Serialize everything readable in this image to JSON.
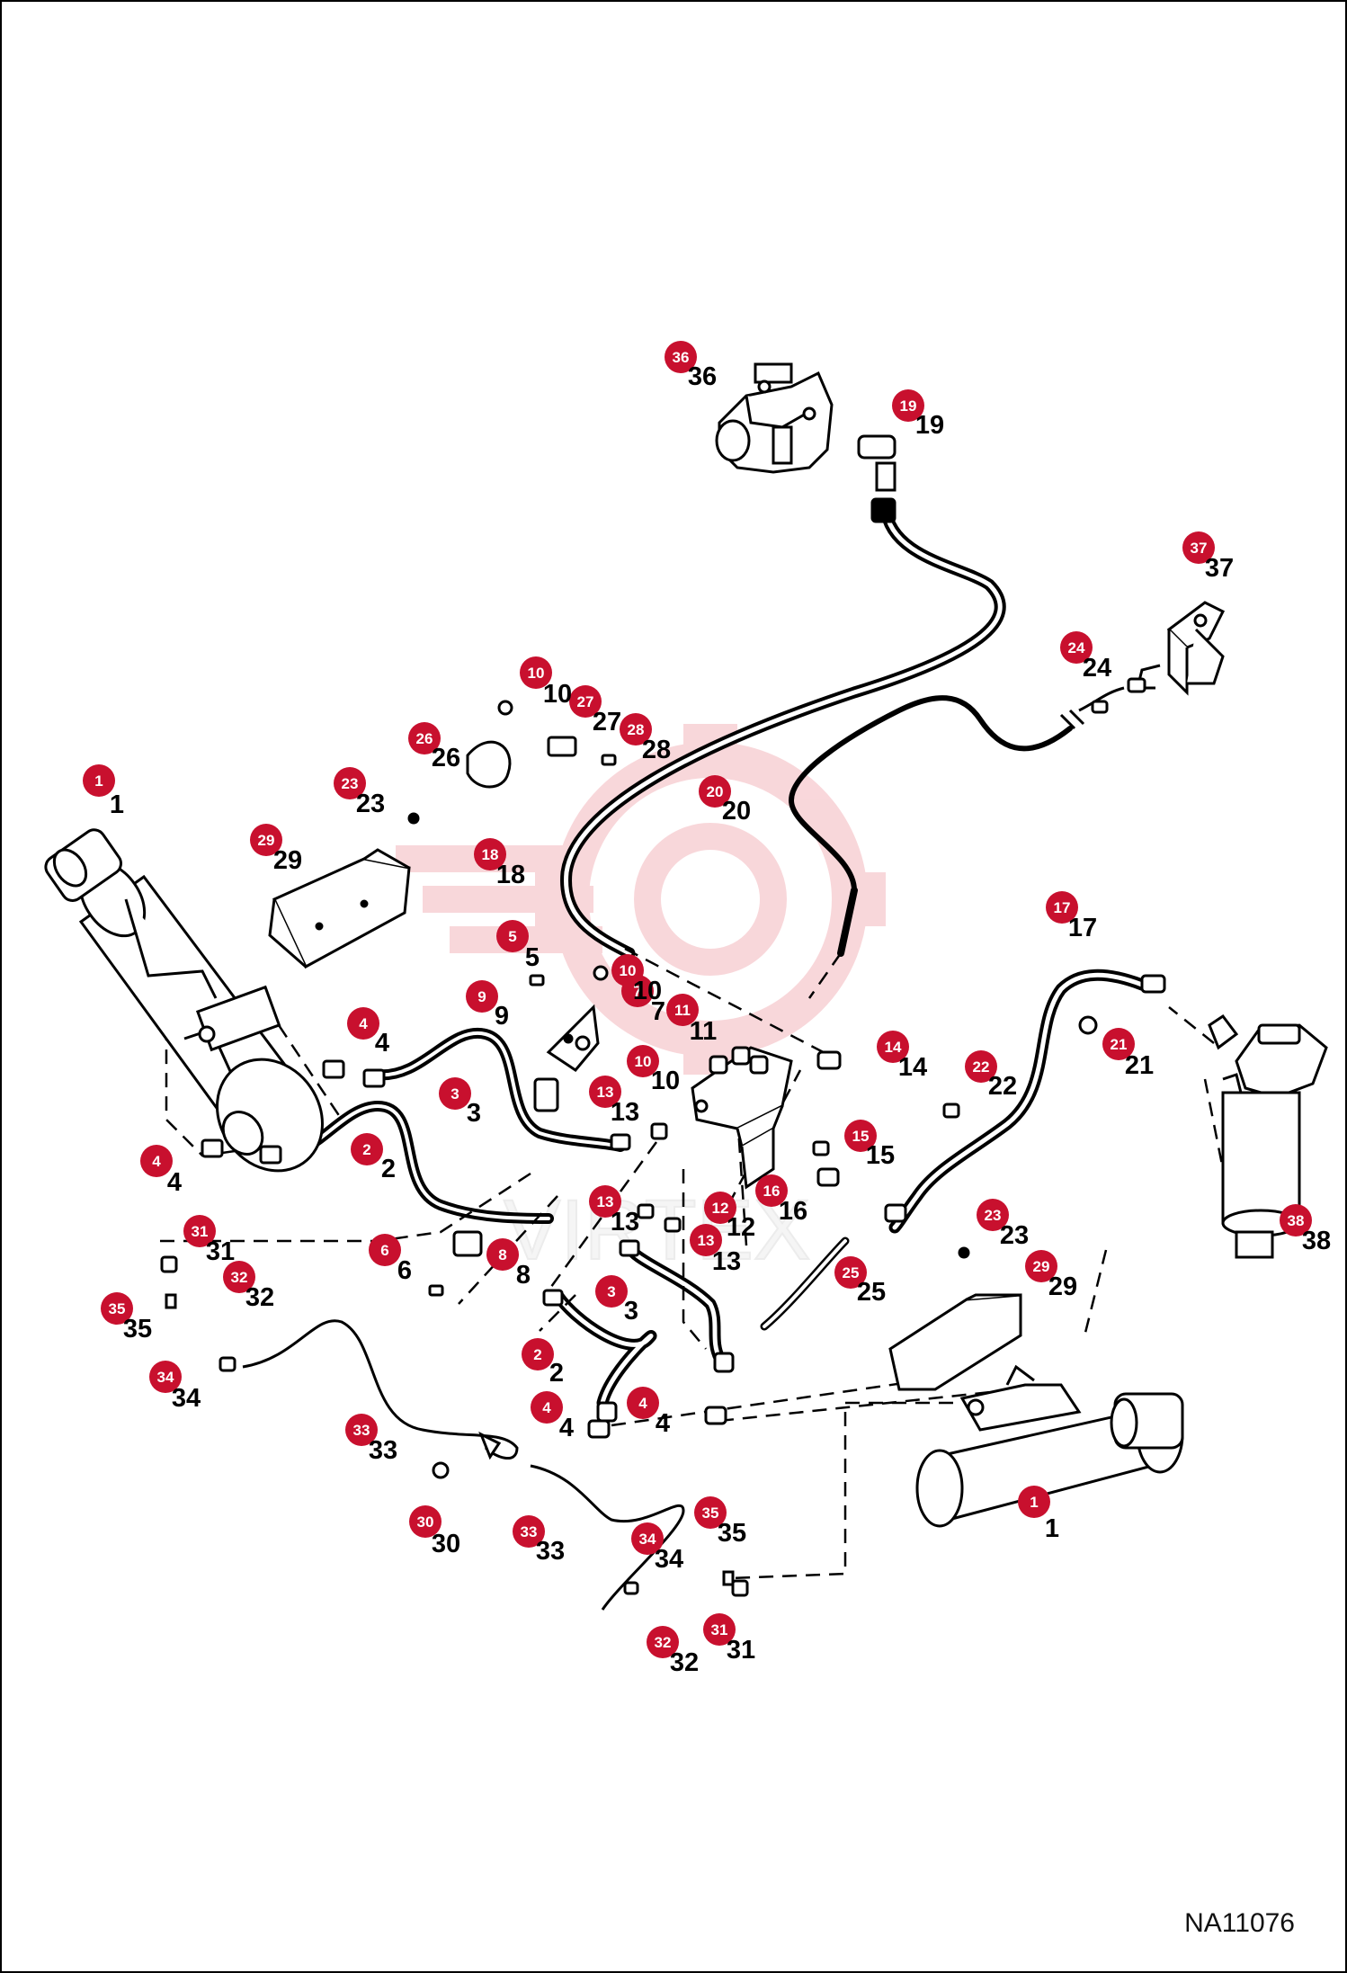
{
  "drawing_code": "NA11076",
  "watermark": "VIRTEX",
  "colors": {
    "callout": "#c8102e",
    "line": "#000000",
    "watermark": "#f4b7bd"
  },
  "callouts": [
    {
      "id": "1"
    },
    {
      "id": "1b",
      "label": "1"
    },
    {
      "id": "2a",
      "label": "2"
    },
    {
      "id": "2b",
      "label": "2"
    },
    {
      "id": "3a",
      "label": "3"
    },
    {
      "id": "3b",
      "label": "3"
    },
    {
      "id": "4a",
      "label": "4"
    },
    {
      "id": "4b",
      "label": "4"
    },
    {
      "id": "4c",
      "label": "4"
    },
    {
      "id": "4d",
      "label": "4"
    },
    {
      "id": "5",
      "label": "5"
    },
    {
      "id": "6",
      "label": "6"
    },
    {
      "id": "7",
      "label": "7"
    },
    {
      "id": "8",
      "label": "8"
    },
    {
      "id": "9",
      "label": "9"
    },
    {
      "id": "10a",
      "label": "10"
    },
    {
      "id": "10b",
      "label": "10"
    },
    {
      "id": "10c",
      "label": "10"
    },
    {
      "id": "11",
      "label": "11"
    },
    {
      "id": "12",
      "label": "12"
    },
    {
      "id": "13a",
      "label": "13"
    },
    {
      "id": "13b",
      "label": "13"
    },
    {
      "id": "13c",
      "label": "13"
    },
    {
      "id": "14",
      "label": "14"
    },
    {
      "id": "15",
      "label": "15"
    },
    {
      "id": "16",
      "label": "16"
    },
    {
      "id": "17",
      "label": "17"
    },
    {
      "id": "18",
      "label": "18"
    },
    {
      "id": "19",
      "label": "19"
    },
    {
      "id": "20",
      "label": "20"
    },
    {
      "id": "21",
      "label": "21"
    },
    {
      "id": "22",
      "label": "22"
    },
    {
      "id": "23a",
      "label": "23"
    },
    {
      "id": "23b",
      "label": "23"
    },
    {
      "id": "24",
      "label": "24"
    },
    {
      "id": "25",
      "label": "25"
    },
    {
      "id": "26",
      "label": "26"
    },
    {
      "id": "27",
      "label": "27"
    },
    {
      "id": "28",
      "label": "28"
    },
    {
      "id": "29a",
      "label": "29"
    },
    {
      "id": "29b",
      "label": "29"
    },
    {
      "id": "30",
      "label": "30"
    },
    {
      "id": "31a",
      "label": "31"
    },
    {
      "id": "31b",
      "label": "31"
    },
    {
      "id": "32a",
      "label": "32"
    },
    {
      "id": "32b",
      "label": "32"
    },
    {
      "id": "33a",
      "label": "33"
    },
    {
      "id": "33b",
      "label": "33"
    },
    {
      "id": "34a",
      "label": "34"
    },
    {
      "id": "34b",
      "label": "34"
    },
    {
      "id": "35a",
      "label": "35"
    },
    {
      "id": "35b",
      "label": "35"
    },
    {
      "id": "36",
      "label": "36"
    },
    {
      "id": "37",
      "label": "37"
    },
    {
      "id": "38",
      "label": "38"
    }
  ]
}
